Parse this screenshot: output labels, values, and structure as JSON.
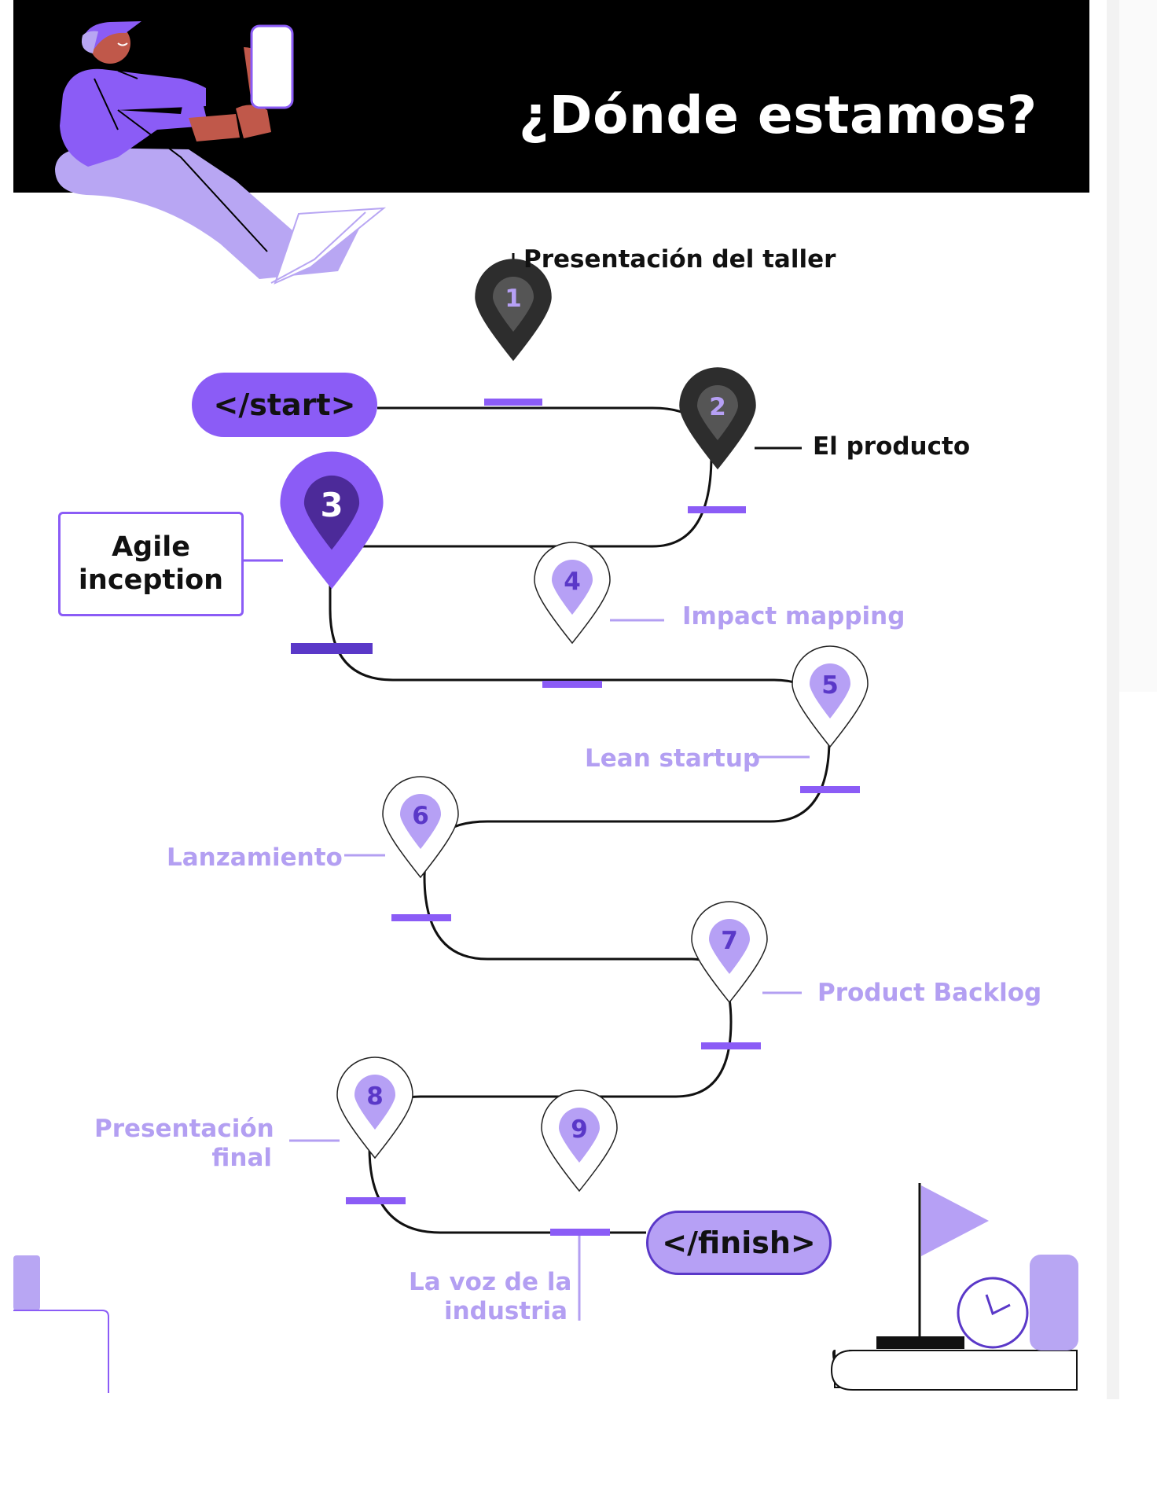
{
  "header": {
    "title": "¿Dónde estamos?"
  },
  "roadmap": {
    "start_label": "</start>",
    "finish_label": "</finish>",
    "steps": [
      {
        "number": "1",
        "label": "Presentación del taller",
        "state": "done"
      },
      {
        "number": "2",
        "label": "El producto",
        "state": "done"
      },
      {
        "number": "3",
        "label": "Agile inception",
        "label_lines": [
          "Agile",
          "inception"
        ],
        "state": "current"
      },
      {
        "number": "4",
        "label": "Impact mapping",
        "state": "upcoming"
      },
      {
        "number": "5",
        "label": "Lean startup",
        "state": "upcoming"
      },
      {
        "number": "6",
        "label": "Lanzamiento",
        "state": "upcoming"
      },
      {
        "number": "7",
        "label": "Product Backlog",
        "state": "upcoming"
      },
      {
        "number": "8",
        "label": "Presentación final",
        "label_lines": [
          "Presentación",
          "final"
        ],
        "state": "upcoming"
      },
      {
        "number": "9",
        "label": "La voz de la industria",
        "label_lines": [
          "La voz de la",
          "industria"
        ],
        "state": "upcoming"
      }
    ]
  },
  "colors": {
    "done_pin": "#2d2d2d",
    "current_pin": "#8b5cf6",
    "current_pin_inner": "#4c2a99",
    "upcoming_pin_inner": "#b6a0f5",
    "accent": "#8b5cf6",
    "light_label": "#b39ff2"
  },
  "illustrations": [
    "person-with-phone-illustration",
    "flag-illustration",
    "clock-icon"
  ]
}
